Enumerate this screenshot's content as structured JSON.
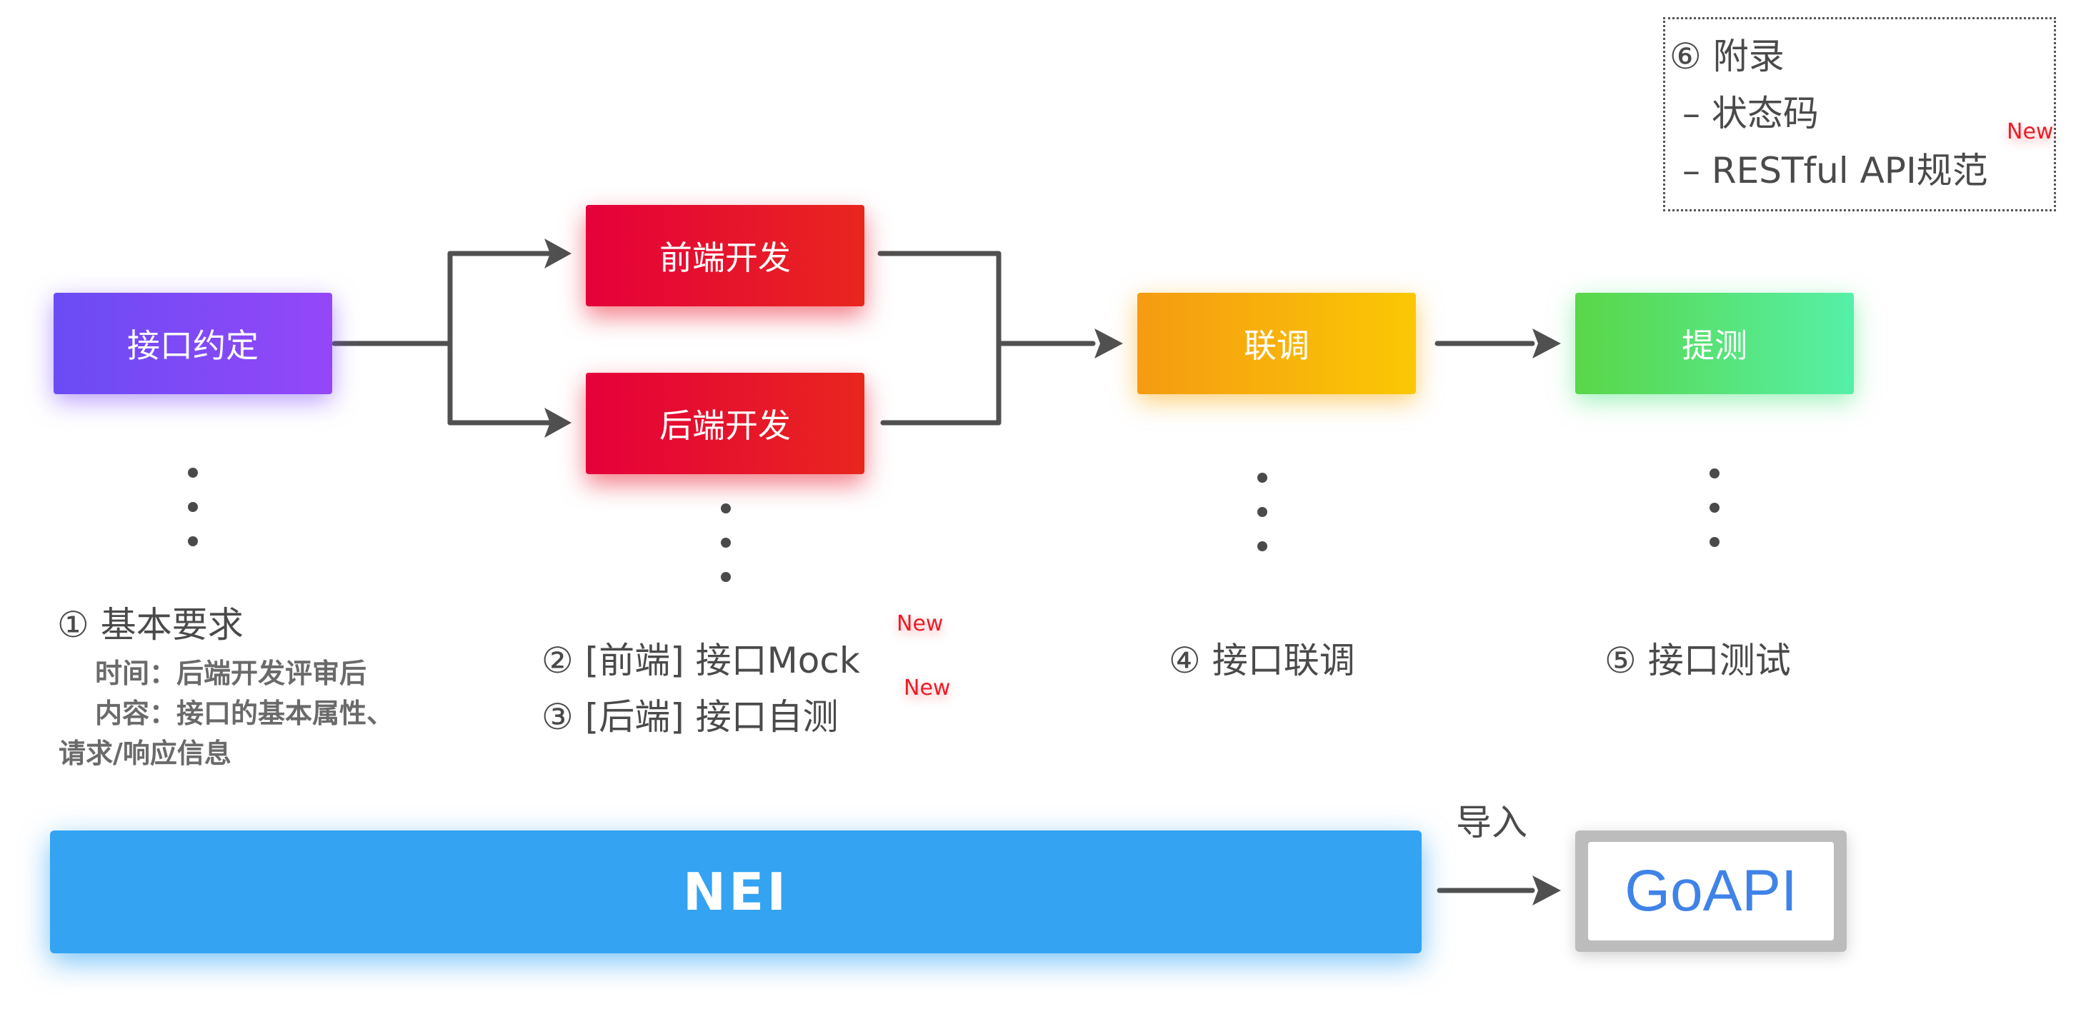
{
  "steps": {
    "contract": "接口约定",
    "frontend": "前端开发",
    "backend": "后端开发",
    "integration": "联调",
    "test": "提测"
  },
  "labels": {
    "s1_title": "① 基本要求",
    "s1_time": "时间：后端开发评审后",
    "s1_content_1": "内容：接口的基本属性、",
    "s1_content_2": "请求/响应信息",
    "s2_title": "② [前端] 接口Mock",
    "s3_title": "③ [后端] 接口自测",
    "s4_title": "④ 接口联调",
    "s5_title": "⑤ 接口测试",
    "new_badge": "New"
  },
  "appendix": {
    "title": "⑥ 附录",
    "item1": "– 状态码",
    "item2": "– RESTful API规范"
  },
  "bottom": {
    "nei_logo": "NEI",
    "import_label": "导入",
    "goapi_logo": "GoAPI"
  },
  "colors": {
    "contract": "#7b4af6",
    "dev": "#e6102f",
    "integration": "#f8b20a",
    "test": "#58e07a",
    "nei": "#33a3f2",
    "goapi_text": "#3f83e8",
    "new_badge": "#ee1c25"
  }
}
